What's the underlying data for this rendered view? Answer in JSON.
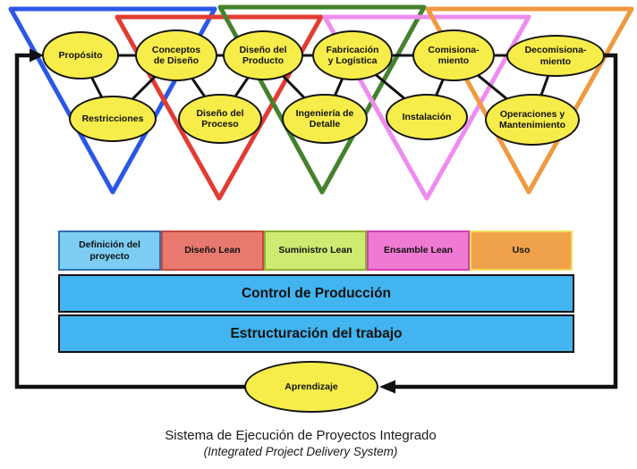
{
  "caption": {
    "title": "Sistema de Ejecución de Proyectos Integrado",
    "subtitle": "(Integrated Project Delivery System)"
  },
  "triangles": [
    {
      "color": "#2b57e6"
    },
    {
      "color": "#e23c33"
    },
    {
      "color": "#44822e"
    },
    {
      "color": "#ef8cf0"
    },
    {
      "color": "#f0993f"
    }
  ],
  "ellipses": {
    "fill": "#f7ed4a",
    "top": [
      {
        "label": "Propósito"
      },
      {
        "label": "Conceptos\nde Diseño"
      },
      {
        "label": "Diseño del\nProducto"
      },
      {
        "label": "Fabricación\ny Logística"
      },
      {
        "label": "Comisiona-\nmiento"
      },
      {
        "label": "Decomisiona-\nmiento"
      }
    ],
    "bottom": [
      {
        "label": "Restricciones"
      },
      {
        "label": "Diseño del\nProceso"
      },
      {
        "label": "Ingeniería de\nDetalle"
      },
      {
        "label": "Instalación"
      },
      {
        "label": "Operaciones y\nMantenimiento"
      }
    ],
    "learning": {
      "label": "Aprendizaje"
    }
  },
  "phase_bar": {
    "bar_fill": "#42b4ef",
    "segments": [
      {
        "label": "Definición del\nproyecto",
        "fill": "#7ccdf1",
        "border": "#2f6db6"
      },
      {
        "label": "Diseño Lean",
        "fill": "#e8796f",
        "border": "#c6493e"
      },
      {
        "label": "Suministro Lean",
        "fill": "#cdea71",
        "border": "#8db32f"
      },
      {
        "label": "Ensamble Lean",
        "fill": "#ef7ad2",
        "border": "#d43fb0"
      },
      {
        "label": "Uso",
        "fill": "#f0a24a",
        "border": "#f2e060"
      }
    ],
    "production_control": "Control de Producción",
    "work_structuring": "Estructuración del trabajo"
  },
  "loop_color": "#111111"
}
